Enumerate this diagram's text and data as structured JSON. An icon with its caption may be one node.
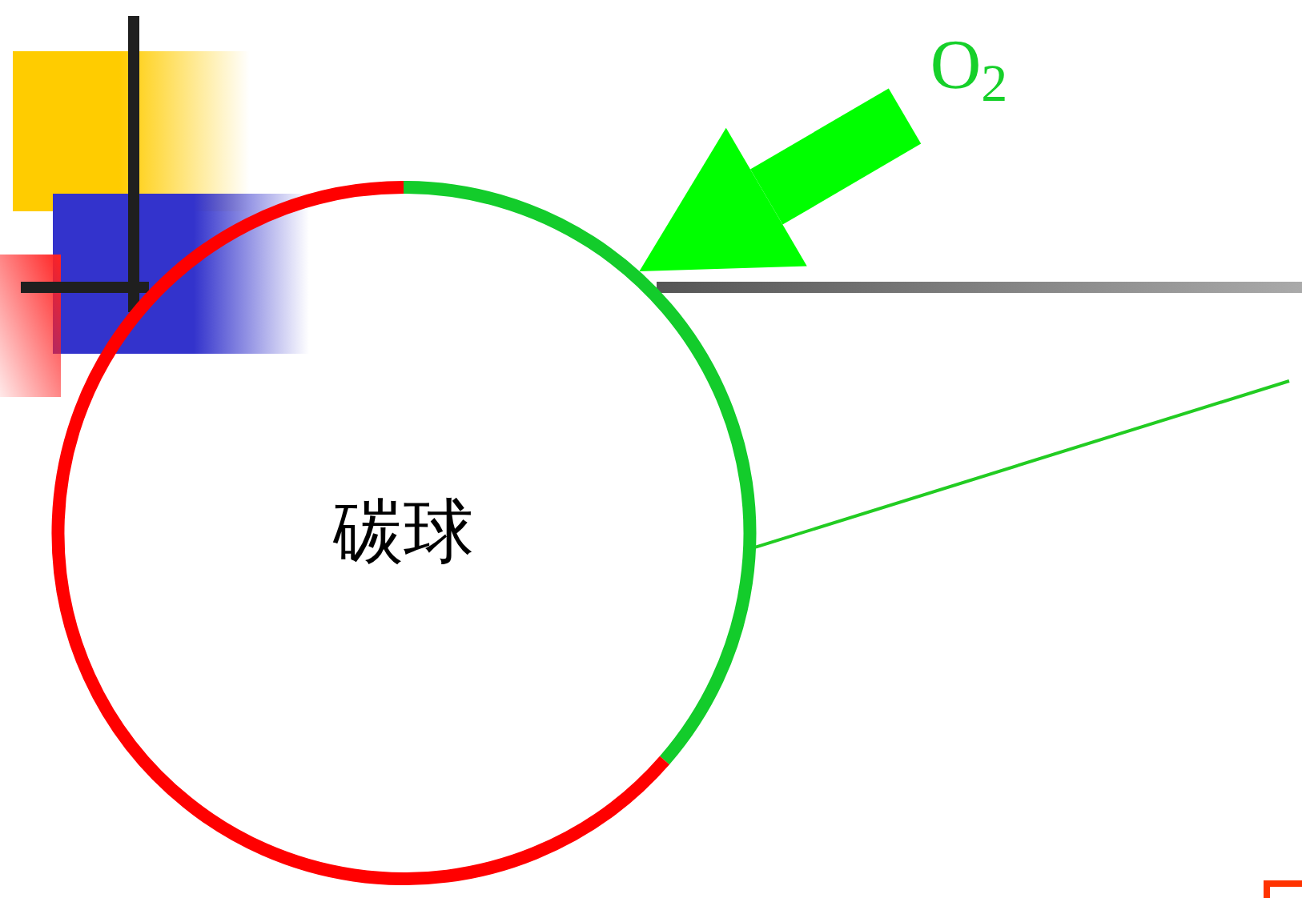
{
  "diagram": {
    "nodes": [
      {
        "text": [
          "碳球"
        ]
      },
      {
        "text": [
          "O$_{2}$"
        ]
      }
    ],
    "edges": [
      {
        "from": 1,
        "to": 0,
        "arrow": "to",
        "style": "thick",
        "color": "#00ff00"
      },
      {
        "from": 0,
        "to": null,
        "arrow": "none",
        "color": "#22cc22"
      }
    ]
  }
}
